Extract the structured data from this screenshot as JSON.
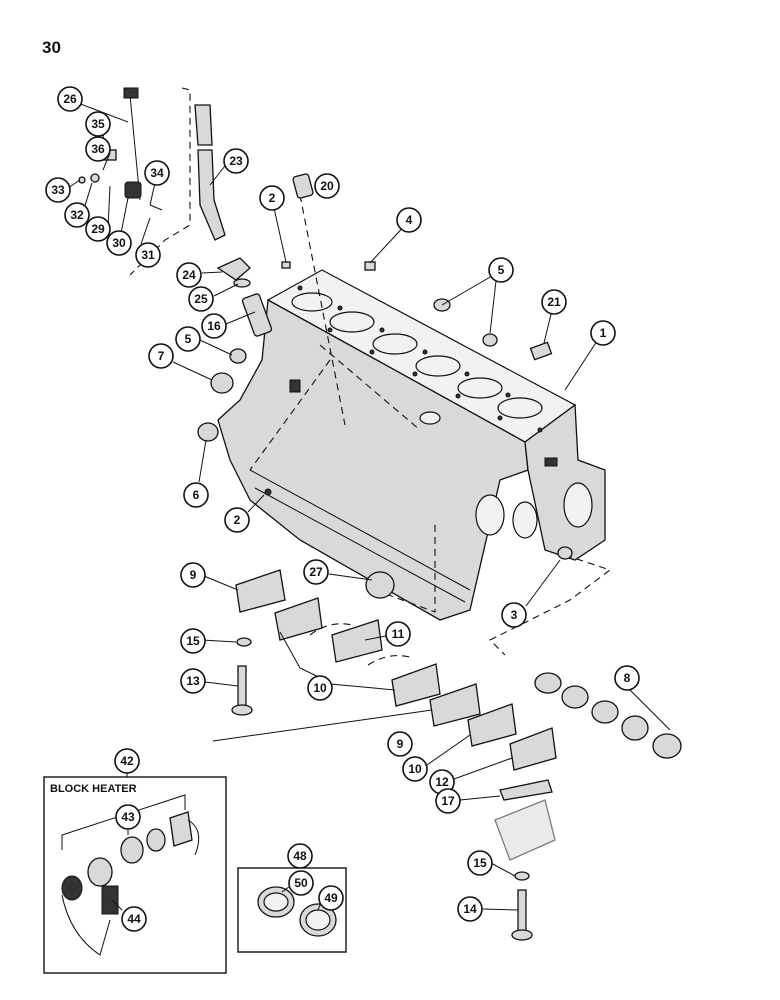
{
  "page_number": "30",
  "block_heater_label": "BLOCK HEATER",
  "callouts": [
    "26",
    "35",
    "36",
    "33",
    "32",
    "29",
    "30",
    "31",
    "34",
    "23",
    "20",
    "2",
    "4",
    "24",
    "25",
    "16",
    "5",
    "7",
    "21",
    "1",
    "6",
    "9",
    "27",
    "15",
    "13",
    "11",
    "10",
    "3",
    "8",
    "12",
    "17",
    "14",
    "42",
    "43",
    "44",
    "48",
    "50",
    "49"
  ]
}
